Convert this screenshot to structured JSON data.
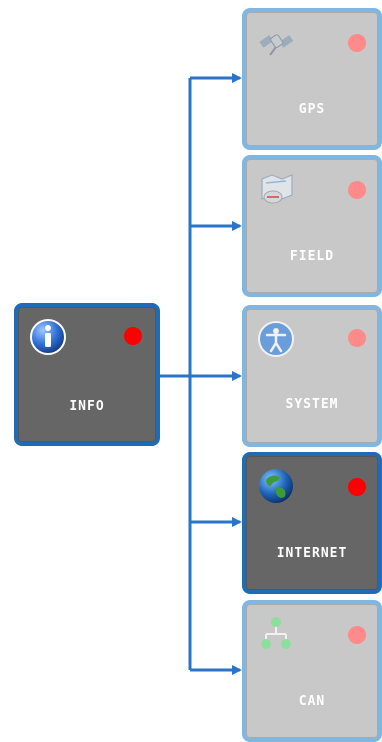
{
  "source": {
    "label": "INFO",
    "icon": "info-icon",
    "status_color": "#ff0000",
    "active": true
  },
  "targets": [
    {
      "key": "gps",
      "label": "GPS",
      "icon": "satellite-icon",
      "status_color": "#ff8a8a",
      "active": false
    },
    {
      "key": "field",
      "label": "FIELD",
      "icon": "map-compass-icon",
      "status_color": "#ff8a8a",
      "active": false
    },
    {
      "key": "system",
      "label": "SYSTEM",
      "icon": "accessibility-icon",
      "status_color": "#ff8a8a",
      "active": false
    },
    {
      "key": "internet",
      "label": "INTERNET",
      "icon": "globe-icon",
      "status_color": "#ff0000",
      "active": true
    },
    {
      "key": "can",
      "label": "CAN",
      "icon": "network-icon",
      "status_color": "#ff8a8a",
      "active": false
    }
  ],
  "colors": {
    "active_border": "#1e6cb6",
    "inactive_border": "#7fb7e2",
    "active_fill": "#666666",
    "inactive_fill": "#c8c8c8",
    "connector": "#2a74c9"
  }
}
